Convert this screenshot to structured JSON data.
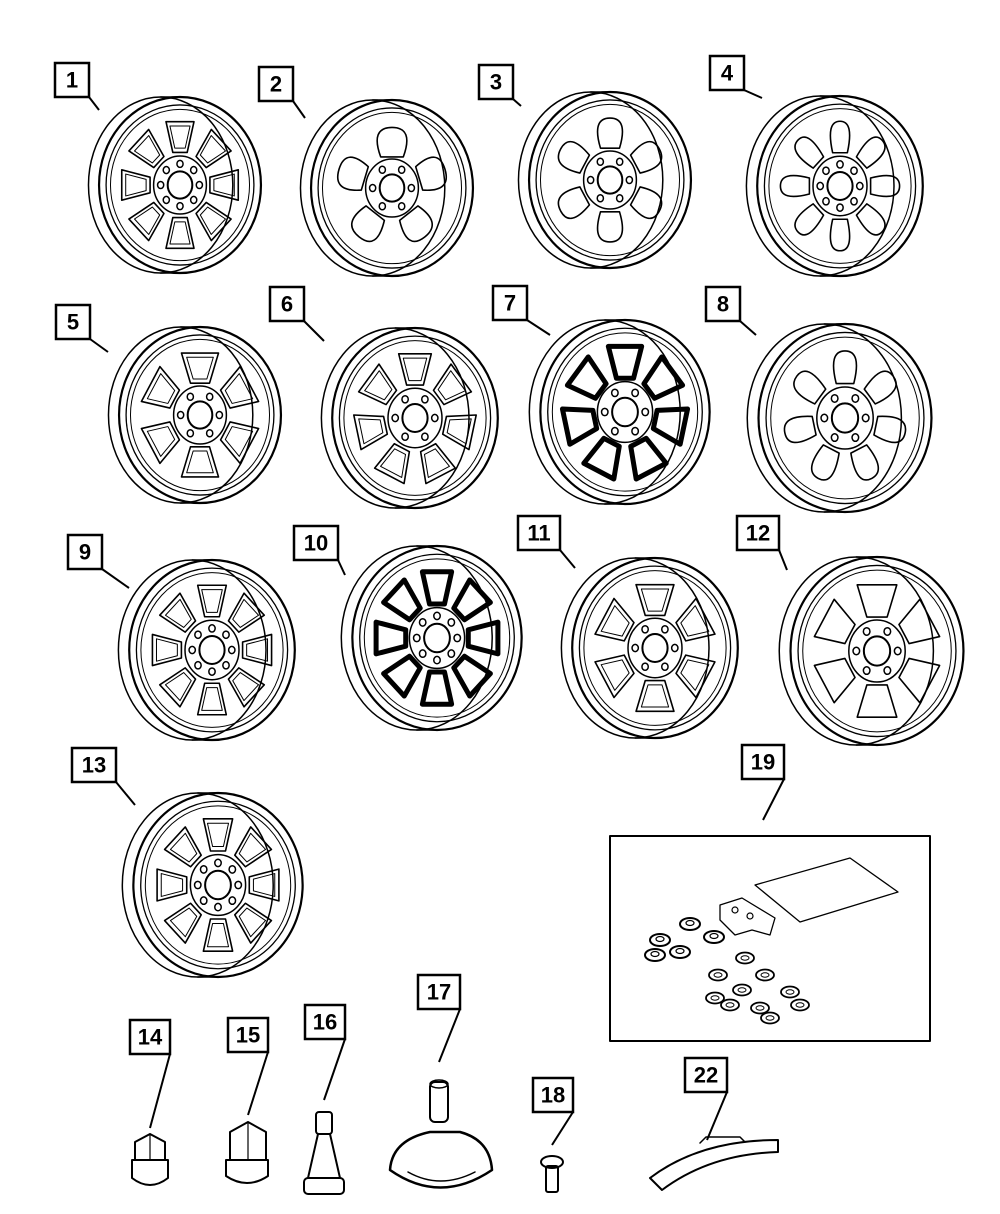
{
  "callouts": [
    {
      "id": "1",
      "label": "1",
      "part": "wheel"
    },
    {
      "id": "2",
      "label": "2",
      "part": "wheel"
    },
    {
      "id": "3",
      "label": "3",
      "part": "wheel"
    },
    {
      "id": "4",
      "label": "4",
      "part": "wheel"
    },
    {
      "id": "5",
      "label": "5",
      "part": "wheel"
    },
    {
      "id": "6",
      "label": "6",
      "part": "wheel"
    },
    {
      "id": "7",
      "label": "7",
      "part": "wheel"
    },
    {
      "id": "8",
      "label": "8",
      "part": "wheel"
    },
    {
      "id": "9",
      "label": "9",
      "part": "wheel"
    },
    {
      "id": "10",
      "label": "10",
      "part": "wheel"
    },
    {
      "id": "11",
      "label": "11",
      "part": "wheel"
    },
    {
      "id": "12",
      "label": "12",
      "part": "wheel"
    },
    {
      "id": "13",
      "label": "13",
      "part": "wheel"
    },
    {
      "id": "14",
      "label": "14",
      "part": "lug-nut"
    },
    {
      "id": "15",
      "label": "15",
      "part": "lug-nut"
    },
    {
      "id": "16",
      "label": "16",
      "part": "valve-stem"
    },
    {
      "id": "17",
      "label": "17",
      "part": "tire-pressure-sensor"
    },
    {
      "id": "18",
      "label": "18",
      "part": "screw"
    },
    {
      "id": "19",
      "label": "19",
      "part": "service-kit"
    },
    {
      "id": "22",
      "label": "22",
      "part": "weight"
    }
  ],
  "colors": {
    "line": "#000000",
    "background": "#ffffff"
  }
}
